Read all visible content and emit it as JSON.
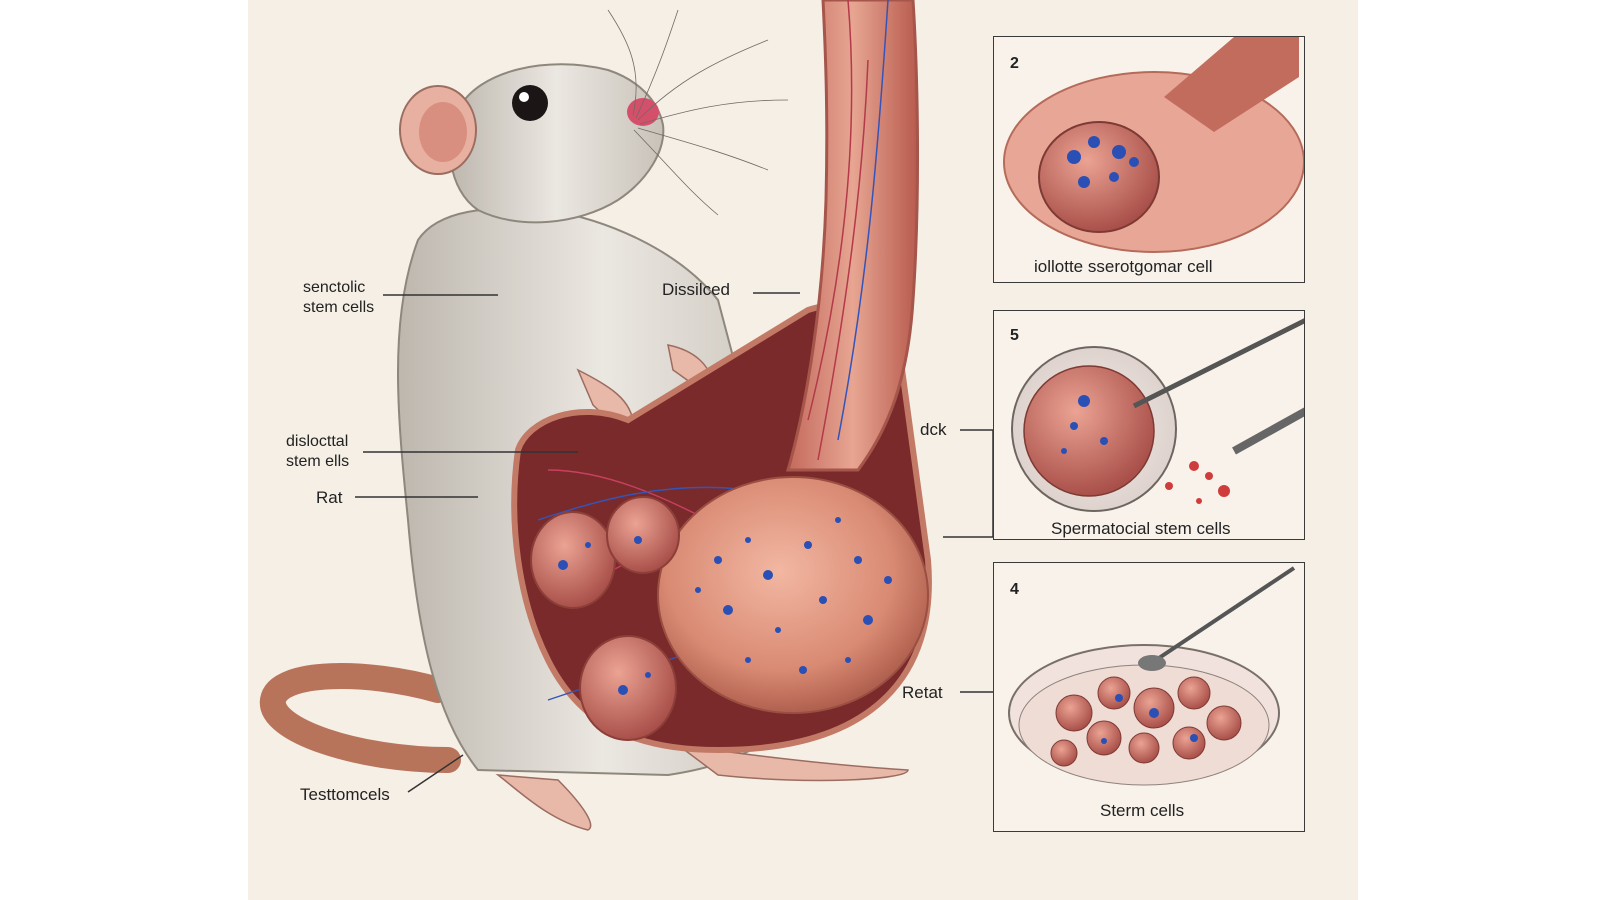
{
  "labels": {
    "sencotolic": [
      "senctolic",
      "stem cells"
    ],
    "dissilced": "Dissilced",
    "dislocttal": [
      "dislocttal",
      "stem ells"
    ],
    "rat": "Rat",
    "testomcels": "Testtomcels",
    "dck": "dck",
    "retat": "Retat"
  },
  "panels": [
    {
      "number": "2",
      "caption": "iollotte sserotgomar  cell"
    },
    {
      "number": "5",
      "caption": "Spermatocial stem cells"
    },
    {
      "number": "4",
      "caption": "Sterm cells"
    }
  ],
  "colors": {
    "background": "#f6efe6",
    "tissue": "#d88f7e",
    "vessel_red": "#b23a4a",
    "vessel_blue": "#3554b8",
    "fur": "#d9d4cd",
    "tail": "#b8745a"
  }
}
